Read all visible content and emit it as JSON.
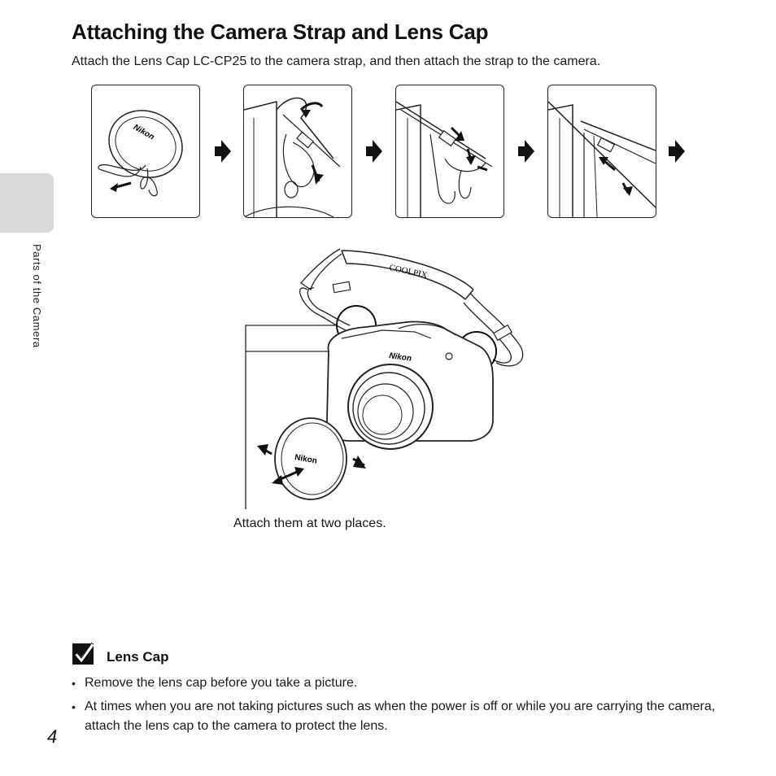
{
  "page": {
    "title": "Attaching the Camera Strap and Lens Cap",
    "intro": "Attach the Lens Cap LC-CP25 to the camera strap, and then attach the strap to the camera.",
    "side_tab_label": "Parts of the Camera",
    "page_number": "4"
  },
  "illustration": {
    "brand_label": "Nikon",
    "strap_label": "COOLPIX",
    "caption": "Attach them at two places."
  },
  "note": {
    "icon": "checkmark-box-icon",
    "heading": "Lens Cap",
    "bullets": [
      "Remove the lens cap before you take a picture.",
      "At times when you are not taking pictures such as when the power is off or while you are carrying the camera, attach the lens cap to the camera to protect the lens."
    ]
  },
  "colors": {
    "text": "#1a1a1a",
    "side_tab": "#d9d9d9",
    "line_art": "#222222"
  }
}
